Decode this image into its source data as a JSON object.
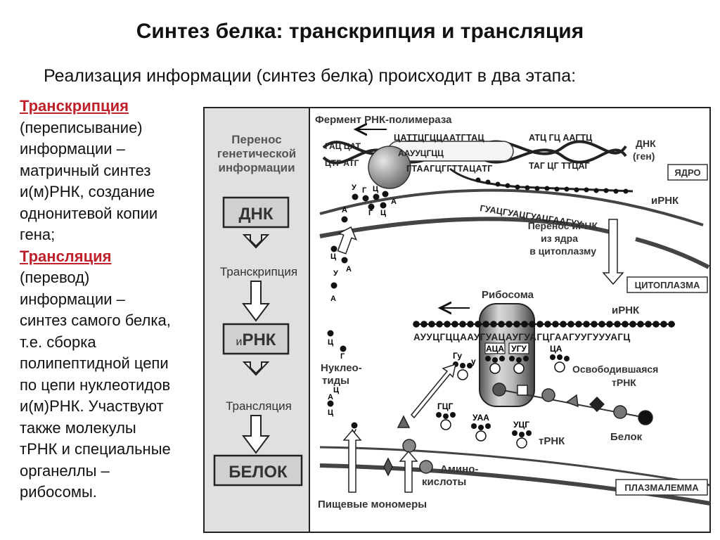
{
  "title": "Синтез белка: транскрипция и трансляция",
  "subtitle": "Реализация информации (синтез белка) происходит в два этапа:",
  "left_text": {
    "transcription_term": "Транскрипция",
    "transcription_lines": [
      "(переписывание)",
      "информации –",
      "матричный синтез",
      "и(м)РНК, создание",
      "однонитевой копии",
      "гена;"
    ],
    "translation_term": "Трансляция",
    "translation_lines": [
      "(перевод)",
      "информации –",
      "синтез самого белка,",
      "т.е. сборка",
      "полипептидной цепи",
      "по цепи нуклеотидов",
      "и(м)РНК. Участвуют",
      "также молекулы",
      "тРНК и специальные",
      "органеллы –",
      "рибосомы."
    ]
  },
  "flow": {
    "heading": [
      "Перенос",
      "генетической",
      "информации"
    ],
    "dna": "ДНК",
    "transcription": "Транскрипция",
    "mrna_prefix": "и",
    "mrna_main": "РНК",
    "translation": "Трансляция",
    "protein": "БЕЛОК"
  },
  "diagram": {
    "enzyme": "Фермент РНК-полимераза",
    "dna_gene": [
      "ДНК",
      "(ген)"
    ],
    "nucleus": "ЯДРО",
    "mrna_top": "иРНК",
    "transfer": [
      "Перенос иРНК",
      "из ядра",
      "в цитоплазму"
    ],
    "cytoplasm": "ЦИТОПЛАЗМА",
    "ribosome": "Рибосома",
    "mrna_ribo": "иРНК",
    "nucleotides": [
      "Нуклео-",
      "тиды"
    ],
    "released_trna": [
      "Освободившаяся",
      "тРНК"
    ],
    "trna": "тРНК",
    "protein": "Белок",
    "amino_acids": [
      "Амино-",
      "кислоты"
    ],
    "plasmalemma": "ПЛАЗМАЛЕММА",
    "food_monomers": "Пищевые мономеры",
    "dna_top_strand": "ЦАТТЦГЦЦААТГТАЦ",
    "dna_top_right": "АТЦ ГЦ ААГТЦ",
    "dna_top_left": "ГАЦ ЦАТ",
    "dna_mid_strand": "ГТААГЦГГТТАЦАТГ",
    "dna_mid_top": "ААУУЦГЦЦ",
    "dna_bottom_left": "ЦТГ АТГ",
    "dna_bottom_right": "ТАГ ЦГ ТТЦАГ",
    "mrna_nascent": "ГУАЦГУАЦГУАЦГААГУУ",
    "mrna_sequence": "АУУЦГЦЦААУГУАЦАУГУАГЦГААГУУГУУУАГЦ",
    "anticodon_1": "АЦА",
    "anticodon_2": "УГУ",
    "trna_free_1": "ГЦГ",
    "trna_free_2": "УАА",
    "trna_free_3": "УЦГ",
    "released_label": "ЦА",
    "loose_1": "Гу",
    "loose_2": "у",
    "nuc_column": [
      "У",
      "Г",
      "Ц",
      "А",
      "Ц",
      "Г",
      "А",
      "Ц",
      "У",
      "А",
      "А",
      "Ц",
      "Г",
      "А",
      "Ц",
      "Ц",
      "У"
    ]
  }
}
